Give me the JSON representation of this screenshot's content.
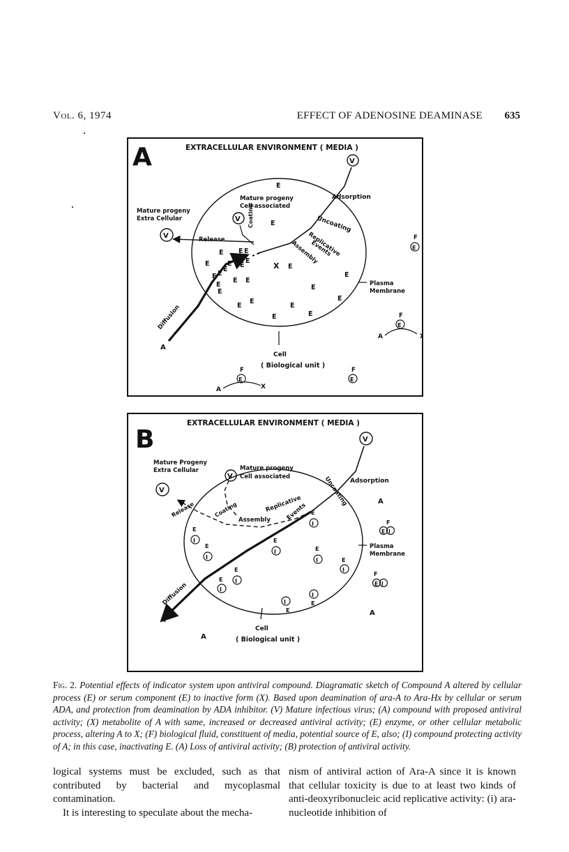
{
  "header": {
    "volume": "Vol. 6, 1974",
    "running_title": "EFFECT OF ADENOSINE DEAMINASE",
    "page_number": "635"
  },
  "figure": {
    "panel_a": {
      "letter": "A",
      "environment": "EXTRACELLULAR ENVIRONMENT ( MEDIA )",
      "progeny_cell_1": "Mature progeny",
      "progeny_cell_2": "Cell associated",
      "progeny_extra_1": "Mature progeny",
      "progeny_extra_2": "Extra Cellular",
      "adsorption": "Adsorption",
      "uncoating": "Uncoating",
      "replicative": "Replicative",
      "events": "Events",
      "assembly": "Assembly",
      "coating": "Coating",
      "release": "Release",
      "diffusion": "Diffusion",
      "plasma": "Plasma",
      "membrane": "Membrane",
      "cell": "Cell",
      "biological_unit": "( Biological unit )",
      "v": "V",
      "e": "E",
      "x": "X",
      "a": "A",
      "f": "F"
    },
    "panel_b": {
      "letter": "B",
      "environment": "EXTRACELLULAR ENVIRONMENT ( MEDIA )",
      "progeny_cell_1": "Mature progeny",
      "progeny_cell_2": "Cell associated",
      "progeny_extra_1": "Mature Progeny",
      "progeny_extra_2": "Extra Cellular",
      "adsorption": "Adsorption",
      "uncoating": "Uncoating",
      "replicative": "Replicative",
      "events": "Events",
      "assembly": "Assembly",
      "coating": "Coating",
      "release": "Release",
      "diffusion": "Diffusion",
      "plasma": "Plasma",
      "membrane": "Membrane",
      "cell": "Cell",
      "biological_unit": "( Biological unit )",
      "v": "V",
      "e": "E",
      "i": "I",
      "a": "A",
      "f": "F"
    }
  },
  "caption": {
    "lead": "Fig. 2.",
    "text": "Potential effects of indicator system upon antiviral compound. Diagramatic sketch of Compound A altered by cellular process (E) or serum component (E) to inactive form (X). Based upon deamination of ara-A to Ara-Hx by cellular or serum ADA, and protection from deamination by ADA inhibitor. (V) Mature infectious virus; (A) compound with proposed antiviral activity; (X) metabolite of A with same, increased or decreased antiviral activity; (E) enzyme, or other cellular metabolic process, altering A to X; (F) biological fluid, constituent of media, potential source of E, also; (I) compound protecting activity of A; in this case, inactivating E. (A) Loss of antiviral activity; (B) protection of antiviral activity."
  },
  "body": {
    "left_p1": "logical systems must be excluded, such as that contributed by bacterial and mycoplasmal contamination.",
    "left_p2": "It is interesting to speculate about the mecha-",
    "right_p1": "nism of antiviral action of Ara-A since it is known that cellular toxicity is due to at least two kinds of anti-deoxyribonucleic acid replicative activity: (i) ara-nucleotide inhibition of"
  }
}
